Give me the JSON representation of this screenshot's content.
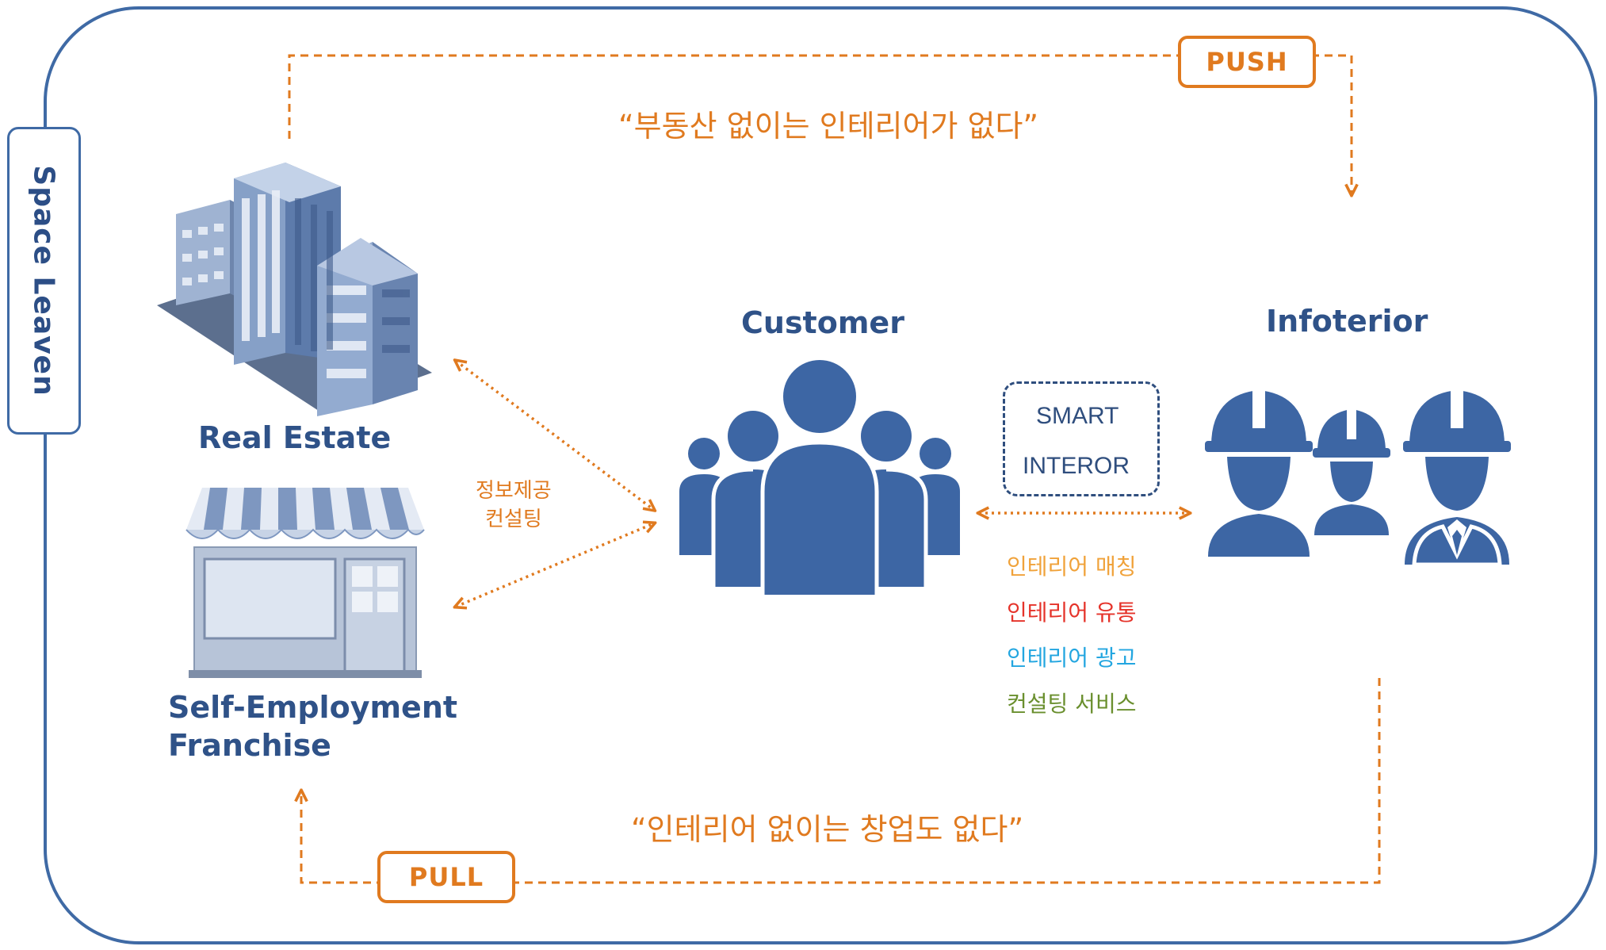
{
  "side_label": "Space Leaven",
  "push_label": "PUSH",
  "pull_label": "PULL",
  "quote_top": "“부동산 없이는 인테리어가 없다”",
  "quote_bottom": "“인테리어 없이는 창업도 없다”",
  "real_estate_label": "Real Estate",
  "franchise_label_line1": "Self-Employment",
  "franchise_label_line2": "Franchise",
  "customer_label": "Customer",
  "infoterior_label": "Infoterior",
  "info_consult_line1": "정보제공",
  "info_consult_line2": "컨설팅",
  "smart_line1": "SMART",
  "smart_line2": "INTEROR",
  "services": [
    {
      "label": "인테리어 매칭",
      "color": "#f0a23a"
    },
    {
      "label": "인테리어 유통",
      "color": "#e5332a"
    },
    {
      "label": "인테리어 광고",
      "color": "#23a6e0"
    },
    {
      "label": "컨설팅 서비스",
      "color": "#6a8f2e"
    }
  ],
  "colors": {
    "frame": "#3f6aa5",
    "accent": "#e07a1f",
    "icon_blue": "#3d66a4",
    "title_blue": "#2f5288"
  },
  "icons": [
    "building-icon",
    "storefront-icon",
    "people-group-icon",
    "workers-hardhat-icon"
  ]
}
